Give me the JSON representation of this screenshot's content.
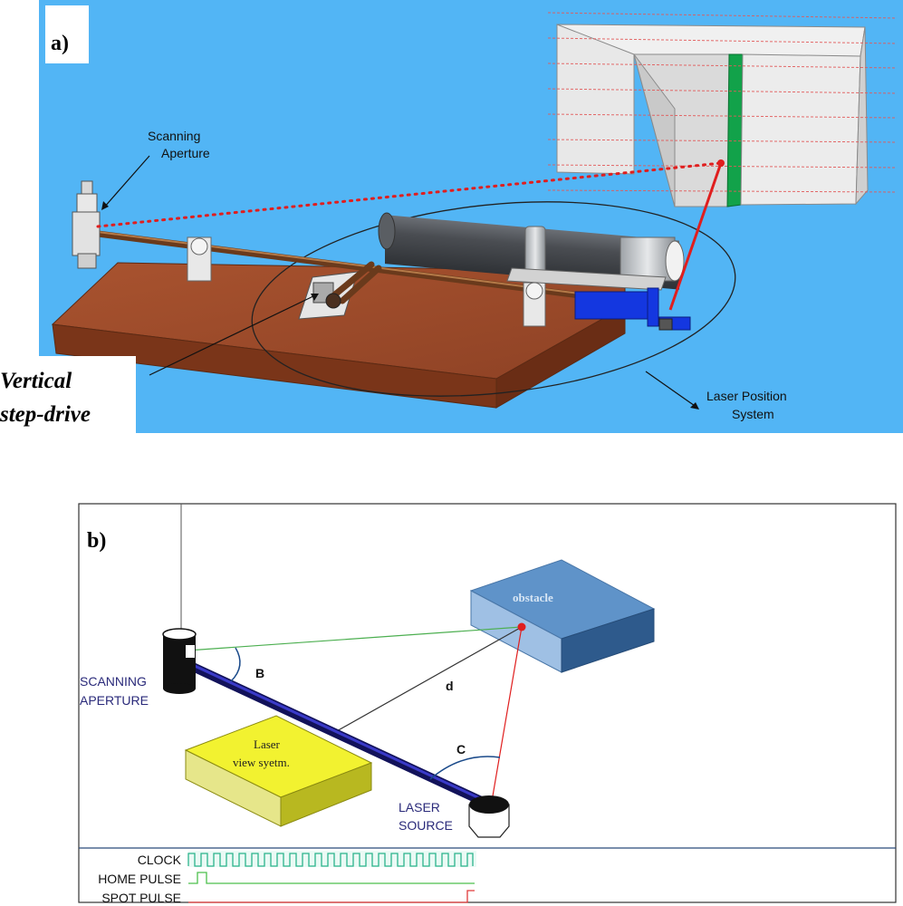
{
  "panel_a": {
    "label": "a)",
    "scanning_aperture_label": [
      "Scanning",
      "Aperture"
    ],
    "vertical_step_drive_label": [
      "Vertical",
      "step-drive"
    ],
    "laser_position_label": [
      "Laser Position",
      "System"
    ]
  },
  "panel_b": {
    "label": "b)",
    "obstacle_label": "obstacle",
    "angle_b_label": "B",
    "distance_d_label": "d",
    "angle_c_label": "C",
    "scanning_aperture_label": [
      "SCANNING",
      "APERTURE"
    ],
    "laser_view_label": [
      "Laser",
      "view syetm."
    ],
    "laser_source_label": [
      "LASER",
      "SOURCE"
    ],
    "signals": [
      {
        "name": "CLOCK",
        "color": "#2bb48c"
      },
      {
        "name": "HOME PULSE",
        "color": "#4cbf4c"
      },
      {
        "name": "SPOT PULSE",
        "color": "#e03a3a"
      }
    ]
  },
  "colors": {
    "sky_blue": "#52b5f5",
    "wood": "#9a4a2c",
    "laser_red": "#e01e1e",
    "rod_blue": "#1a1a8c",
    "box_yellow": "#f2f230",
    "obstacle_blue": "#5f93c9",
    "label_navy": "#2a2a7a"
  }
}
